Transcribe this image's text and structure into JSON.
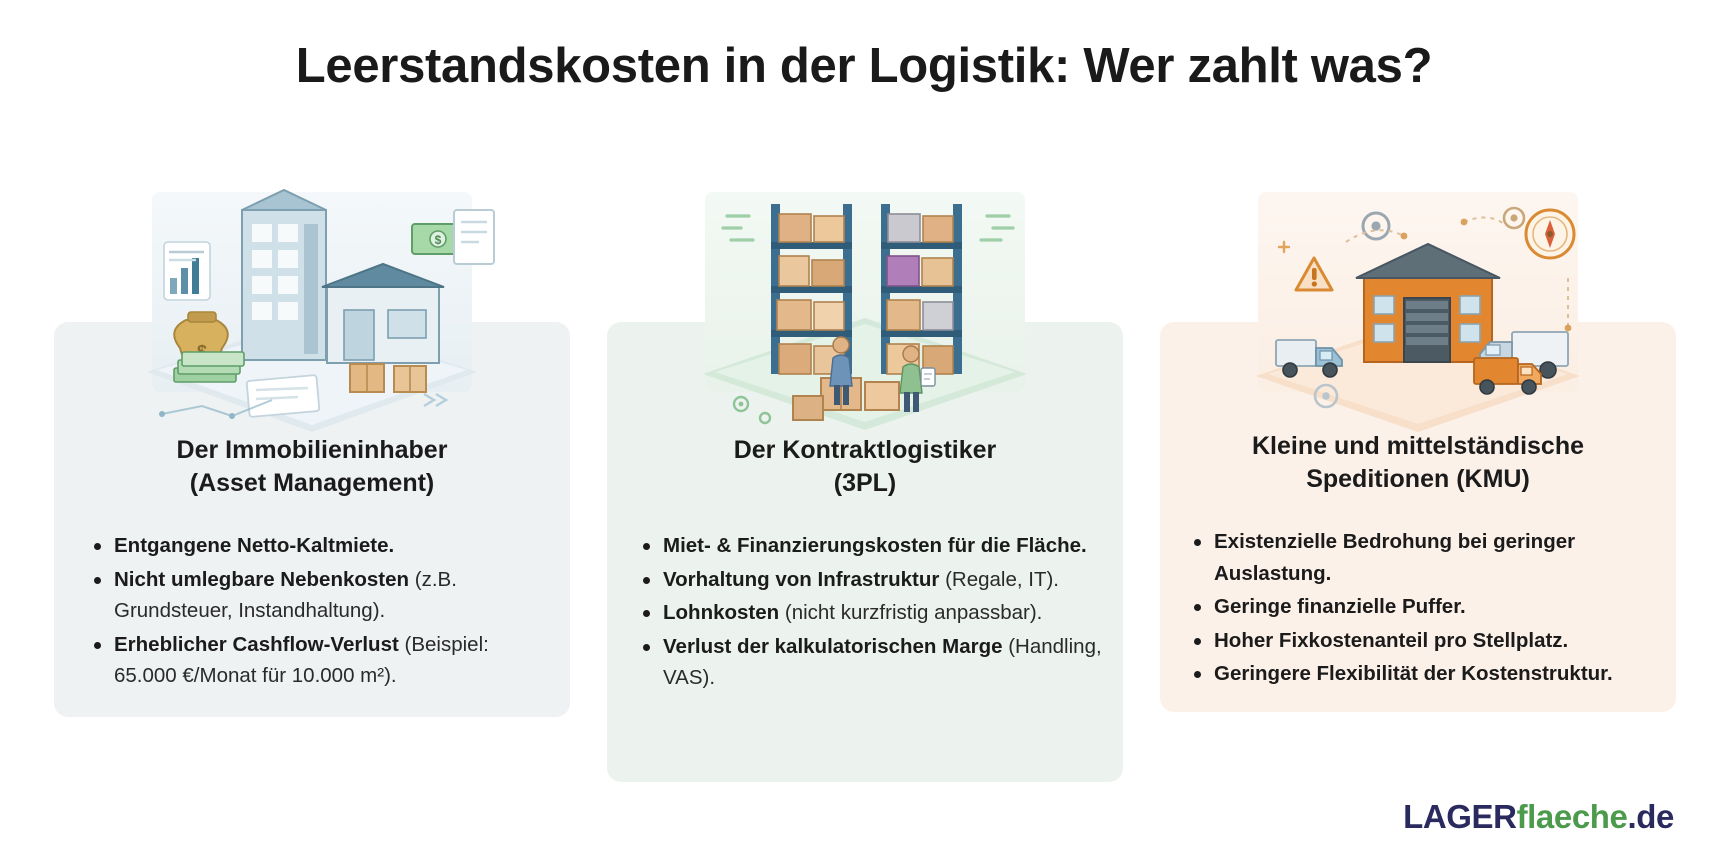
{
  "title": "Leerstandskosten in der Logistik: Wer zahlt was?",
  "cards": [
    {
      "id": "immobilieninhaber",
      "illustration": "office-building-warehouse-money-icon",
      "bg": "#eef2f3",
      "title_line1": "Der Immobilieninhaber",
      "title_line2": "(Asset Management)",
      "bullets": [
        {
          "bold": "Entgangene Netto-Kaltmiete.",
          "rest": ""
        },
        {
          "bold": "Nicht umlegbare Nebenkosten",
          "rest": " (z.B. Grundsteuer, Instandhaltung)."
        },
        {
          "bold": "Erheblicher Cashflow-Verlust",
          "rest": " (Beispiel: 65.000 €/Monat für 10.000 m²)."
        }
      ]
    },
    {
      "id": "kontraktlogistiker",
      "illustration": "warehouse-racking-pallets-workers-icon",
      "bg": "#ecf3ee",
      "title_line1": "Der Kontraktlogistiker",
      "title_line2": "(3PL)",
      "bullets": [
        {
          "bold": "Miet- & Finanzierungskosten für die Fläche.",
          "rest": ""
        },
        {
          "bold": "Vorhaltung von Infrastruktur",
          "rest": " (Regale, IT)."
        },
        {
          "bold": "Lohnkosten",
          "rest": " (nicht kurzfristig anpassbar)."
        },
        {
          "bold": "Verlust der kalkulatorischen Marge",
          "rest": " (Handling, VAS)."
        }
      ]
    },
    {
      "id": "kmu-speditionen",
      "illustration": "warehouse-trucks-warning-gears-icon",
      "bg": "#fcf1e9",
      "title_line1": "Kleine und mittelständische",
      "title_line2": "Speditionen (KMU)",
      "bullets": [
        {
          "bold": "Existenzielle Bedrohung bei geringer Auslastung.",
          "rest": ""
        },
        {
          "bold": "Geringe finanzielle Puffer.",
          "rest": ""
        },
        {
          "bold": "Hoher Fixkostenanteil pro Stellplatz.",
          "rest": ""
        },
        {
          "bold": "Geringere Flexibilität der Kostenstruktur.",
          "rest": ""
        }
      ]
    }
  ],
  "logo": {
    "part1": "LAGER",
    "part2": "flaeche",
    "part3": ".de",
    "color1": "#2a2a5e",
    "color2": "#4c9a4c"
  }
}
